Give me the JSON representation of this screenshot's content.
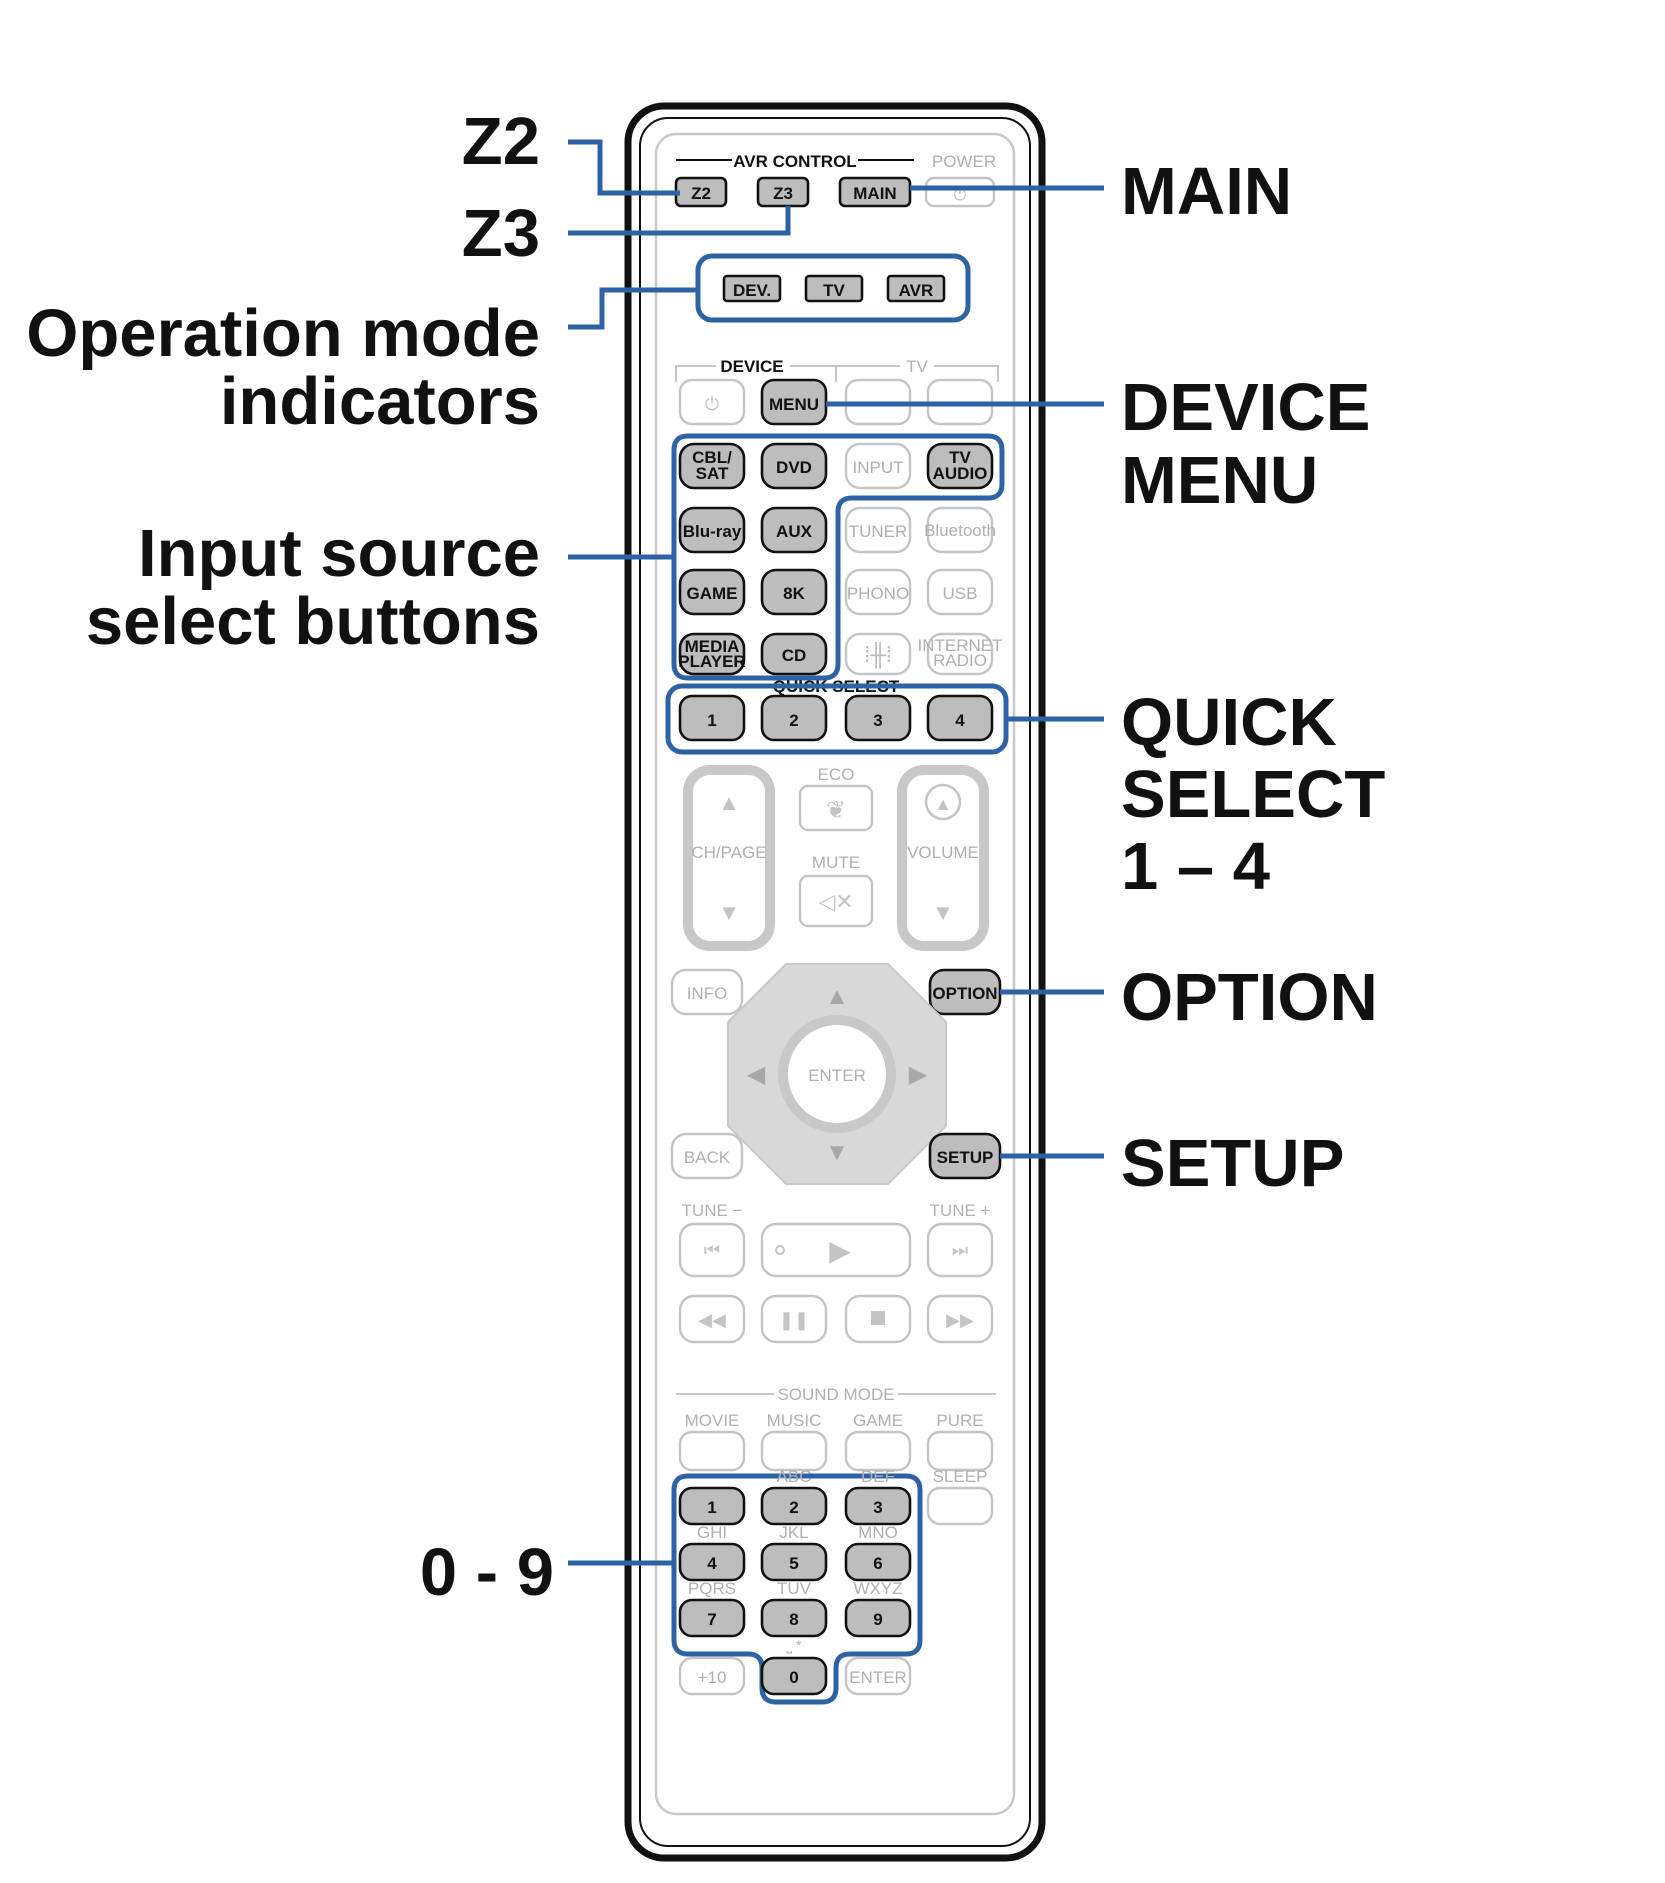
{
  "callouts": {
    "z2": "Z2",
    "z3": "Z3",
    "main": "MAIN",
    "op_mode_1": "Operation mode",
    "op_mode_2": "indicators",
    "device_menu_1": "DEVICE",
    "device_menu_2": "MENU",
    "input_source_1": "Input source",
    "input_source_2": "select buttons",
    "quick_select_1": "QUICK",
    "quick_select_2": "SELECT",
    "quick_select_3": "1 – 4",
    "option": "OPTION",
    "setup": "SETUP",
    "digits": "0 - 9"
  },
  "remote": {
    "avr_control": "AVR CONTROL",
    "power": "POWER",
    "z2": "Z2",
    "z3": "Z3",
    "main": "MAIN",
    "indicators": [
      "DEV.",
      "TV",
      "AVR"
    ],
    "device": "DEVICE",
    "tv": "TV",
    "device_menu": "MENU",
    "sources": {
      "cbl_sat_1": "CBL/",
      "cbl_sat_2": "SAT",
      "dvd": "DVD",
      "input": "INPUT",
      "tv_audio_1": "TV",
      "tv_audio_2": "AUDIO",
      "bluray": "Blu-ray",
      "aux": "AUX",
      "tuner": "TUNER",
      "bluetooth": "Bluetooth",
      "game": "GAME",
      "k8": "8K",
      "phono": "PHONO",
      "usb": "USB",
      "media_player_1": "MEDIA",
      "media_player_2": "PLAYER",
      "cd": "CD",
      "internet_radio_1": "INTERNET",
      "internet_radio_2": "RADIO"
    },
    "quick_select": "QUICK SELECT",
    "quick": [
      "1",
      "2",
      "3",
      "4"
    ],
    "eco": "ECO",
    "ch_page": "CH/PAGE",
    "mute": "MUTE",
    "volume": "VOLUME",
    "info": "INFO",
    "option": "OPTION",
    "enter": "ENTER",
    "back": "BACK",
    "setup": "SETUP",
    "tune_minus": "TUNE −",
    "tune_plus": "TUNE +",
    "sound_mode": "SOUND MODE",
    "modes": [
      "MOVIE",
      "MUSIC",
      "GAME",
      "PURE"
    ],
    "sleep": "SLEEP",
    "digits": [
      "1",
      "2",
      "3",
      "4",
      "5",
      "6",
      "7",
      "8",
      "9",
      "0"
    ],
    "letters": [
      "ABC",
      "DEF",
      "GHI",
      "JKL",
      "MNO",
      "PQRS",
      "TUV",
      "WXYZ"
    ],
    "plus10": "+10",
    "enter2": "ENTER"
  }
}
